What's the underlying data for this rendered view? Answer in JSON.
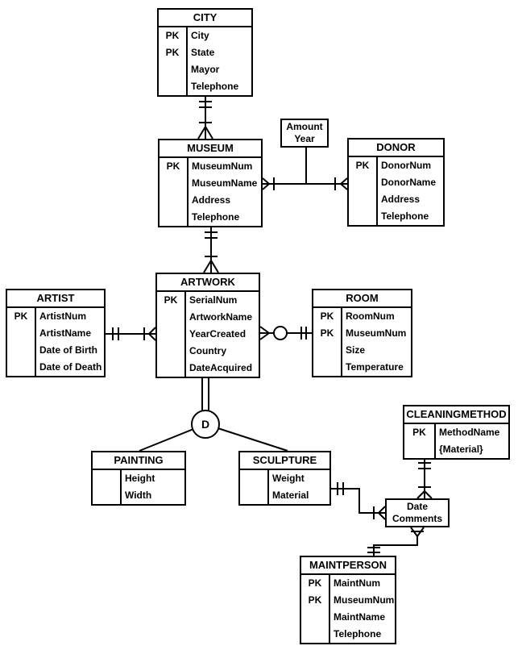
{
  "entities": {
    "city": {
      "title": "CITY",
      "rows": [
        {
          "pk": "PK",
          "name": "City"
        },
        {
          "pk": "PK",
          "name": "State"
        },
        {
          "pk": "",
          "name": "Mayor"
        },
        {
          "pk": "",
          "name": "Telephone"
        }
      ]
    },
    "museum": {
      "title": "MUSEUM",
      "rows": [
        {
          "pk": "PK",
          "name": "MuseumNum"
        },
        {
          "pk": "",
          "name": "MuseumName"
        },
        {
          "pk": "",
          "name": "Address"
        },
        {
          "pk": "",
          "name": "Telephone"
        }
      ]
    },
    "donor": {
      "title": "DONOR",
      "rows": [
        {
          "pk": "PK",
          "name": "DonorNum"
        },
        {
          "pk": "",
          "name": "DonorName"
        },
        {
          "pk": "",
          "name": "Address"
        },
        {
          "pk": "",
          "name": "Telephone"
        }
      ]
    },
    "artist": {
      "title": "ARTIST",
      "rows": [
        {
          "pk": "PK",
          "name": "ArtistNum"
        },
        {
          "pk": "",
          "name": "ArtistName"
        },
        {
          "pk": "",
          "name": "Date of Birth"
        },
        {
          "pk": "",
          "name": "Date of Death"
        }
      ]
    },
    "artwork": {
      "title": "ARTWORK",
      "rows": [
        {
          "pk": "PK",
          "name": "SerialNum"
        },
        {
          "pk": "",
          "name": "ArtworkName"
        },
        {
          "pk": "",
          "name": "YearCreated"
        },
        {
          "pk": "",
          "name": "Country"
        },
        {
          "pk": "",
          "name": "DateAcquired"
        }
      ]
    },
    "room": {
      "title": "ROOM",
      "rows": [
        {
          "pk": "PK",
          "name": "RoomNum"
        },
        {
          "pk": "PK",
          "name": "MuseumNum"
        },
        {
          "pk": "",
          "name": "Size"
        },
        {
          "pk": "",
          "name": "Temperature"
        }
      ]
    },
    "cleaningmethod": {
      "title": "CLEANINGMETHOD",
      "rows": [
        {
          "pk": "PK",
          "name": "MethodName"
        },
        {
          "pk": "",
          "name": "{Material}"
        }
      ]
    },
    "painting": {
      "title": "PAINTING",
      "rows": [
        {
          "pk": "",
          "name": "Height"
        },
        {
          "pk": "",
          "name": "Width"
        }
      ]
    },
    "sculpture": {
      "title": "SCULPTURE",
      "rows": [
        {
          "pk": "",
          "name": "Weight"
        },
        {
          "pk": "",
          "name": "Material"
        }
      ]
    },
    "maintperson": {
      "title": "MAINTPERSON",
      "rows": [
        {
          "pk": "PK",
          "name": "MaintNum"
        },
        {
          "pk": "PK",
          "name": "MuseumNum"
        },
        {
          "pk": "",
          "name": "MaintName"
        },
        {
          "pk": "",
          "name": "Telephone"
        }
      ]
    }
  },
  "relationship_attributes": {
    "museum_donor": {
      "line1": "Amount",
      "line2": "Year"
    },
    "maintenance": {
      "line1": "Date",
      "line2": "Comments"
    }
  },
  "subtype": {
    "label": "D"
  },
  "colors": {
    "line": "#000000",
    "background": "#ffffff"
  }
}
